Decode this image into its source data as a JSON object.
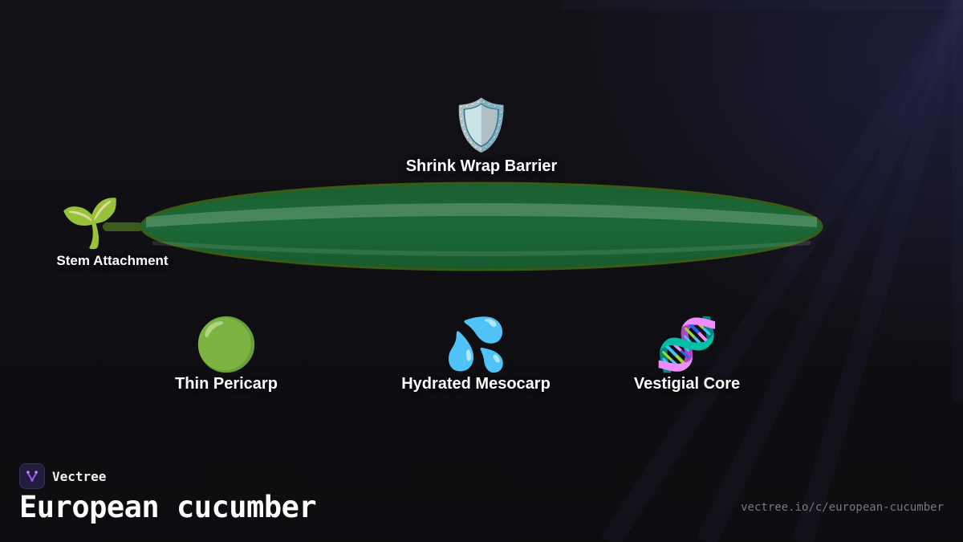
{
  "diagram": {
    "subject_color": "#1b6534",
    "rim_color": "#3b5a12",
    "stem_color": "#3d5a1e",
    "callouts": [
      {
        "key": "barrier",
        "icon": "shield-icon",
        "glyph": "🛡️",
        "label": "Shrink Wrap Barrier"
      },
      {
        "key": "stem",
        "icon": "seedling-icon",
        "glyph": "🌱",
        "label": "Stem Attachment"
      },
      {
        "key": "pericarp",
        "icon": "green-circle-icon",
        "glyph": "🟢",
        "label": "Thin Pericarp"
      },
      {
        "key": "mesocarp",
        "icon": "droplets-icon",
        "glyph": "💦",
        "label": "Hydrated Mesocarp"
      },
      {
        "key": "core",
        "icon": "dna-icon",
        "glyph": "🧬",
        "label": "Vestigial Core"
      }
    ]
  },
  "footer": {
    "brand_name": "Vectree",
    "title": "European cucumber",
    "url": "vectree.io/c/european-cucumber",
    "accent_color": "#8b5cf6"
  }
}
